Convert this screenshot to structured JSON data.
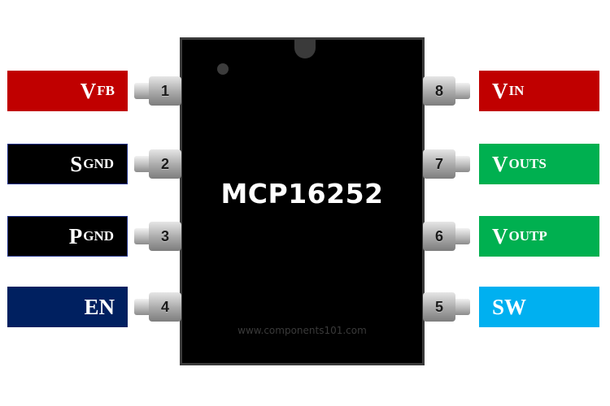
{
  "chip": {
    "name": "MCP16252",
    "watermark": "www.components101.com"
  },
  "pins": [
    {
      "number": "1",
      "label": "V",
      "sub": "FB",
      "color": "#c00000",
      "side": "left"
    },
    {
      "number": "2",
      "label": "S",
      "sub": "GND",
      "color": "#000000",
      "side": "left"
    },
    {
      "number": "3",
      "label": "P",
      "sub": "GND",
      "color": "#000000",
      "side": "left"
    },
    {
      "number": "4",
      "label": "EN",
      "sub": "",
      "color": "#002060",
      "side": "left"
    },
    {
      "number": "5",
      "label": "SW",
      "sub": "",
      "color": "#00b0f0",
      "side": "right"
    },
    {
      "number": "6",
      "label": "V",
      "sub": "OUTP",
      "color": "#00b050",
      "side": "right"
    },
    {
      "number": "7",
      "label": "V",
      "sub": "OUTS",
      "color": "#00b050",
      "side": "right"
    },
    {
      "number": "8",
      "label": "V",
      "sub": "IN",
      "color": "#c00000",
      "side": "right"
    }
  ]
}
